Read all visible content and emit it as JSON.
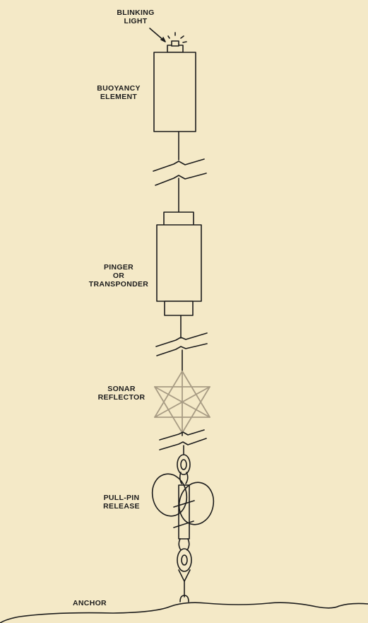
{
  "diagram": {
    "labels": {
      "blinking_light": [
        "BLINKING",
        "LIGHT"
      ],
      "buoyancy": [
        "BUOYANCY",
        "ELEMENT"
      ],
      "pinger": [
        "PINGER",
        "OR",
        "TRANSPONDER"
      ],
      "sonar": [
        "SONAR",
        "REFLECTOR"
      ],
      "release": [
        "PULL-PIN",
        "RELEASE"
      ],
      "anchor": [
        "ANCHOR"
      ]
    },
    "colors": {
      "background": "#f4e9c7",
      "ink": "#1c1c1c",
      "reflector": "#a89c84"
    }
  }
}
